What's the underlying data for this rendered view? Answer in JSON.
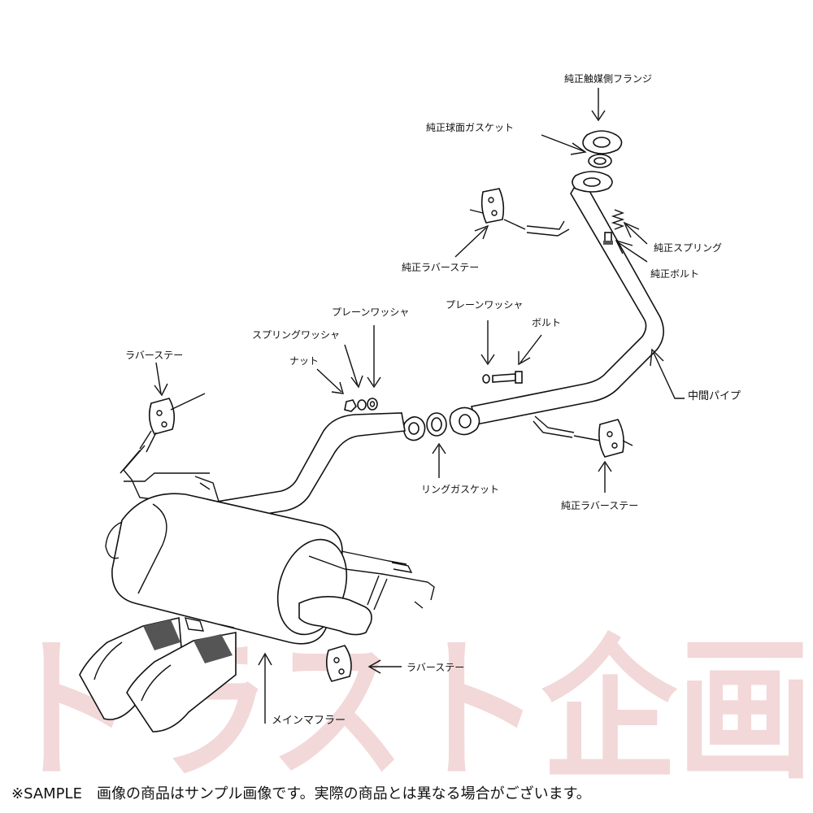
{
  "labels": {
    "catalyst_flange": "純正触媒側フランジ",
    "spherical_gasket": "純正球面ガスケット",
    "oem_spring": "純正スプリング",
    "oem_bolt": "純正ボルト",
    "oem_rubber_stay_top": "純正ラバーステー",
    "plain_washer_left": "プレーンワッシャ",
    "spring_washer": "スプリングワッシャ",
    "nut": "ナット",
    "plain_washer_right": "プレーンワッシャ",
    "bolt": "ボルト",
    "rubber_stay_left": "ラバーステー",
    "middle_pipe": "中間パイプ",
    "ring_gasket": "リングガスケット",
    "oem_rubber_stay_right": "純正ラバーステー",
    "rubber_stay_bottom": "ラバーステー",
    "main_muffler": "メインマフラー"
  },
  "watermark": "トラスト企画",
  "footer": "※SAMPLE　画像の商品はサンプル画像です。実際の商品とは異なる場合がございます。",
  "colors": {
    "line": "#111111",
    "watermark": "#e9b9b9",
    "background": "#ffffff"
  }
}
